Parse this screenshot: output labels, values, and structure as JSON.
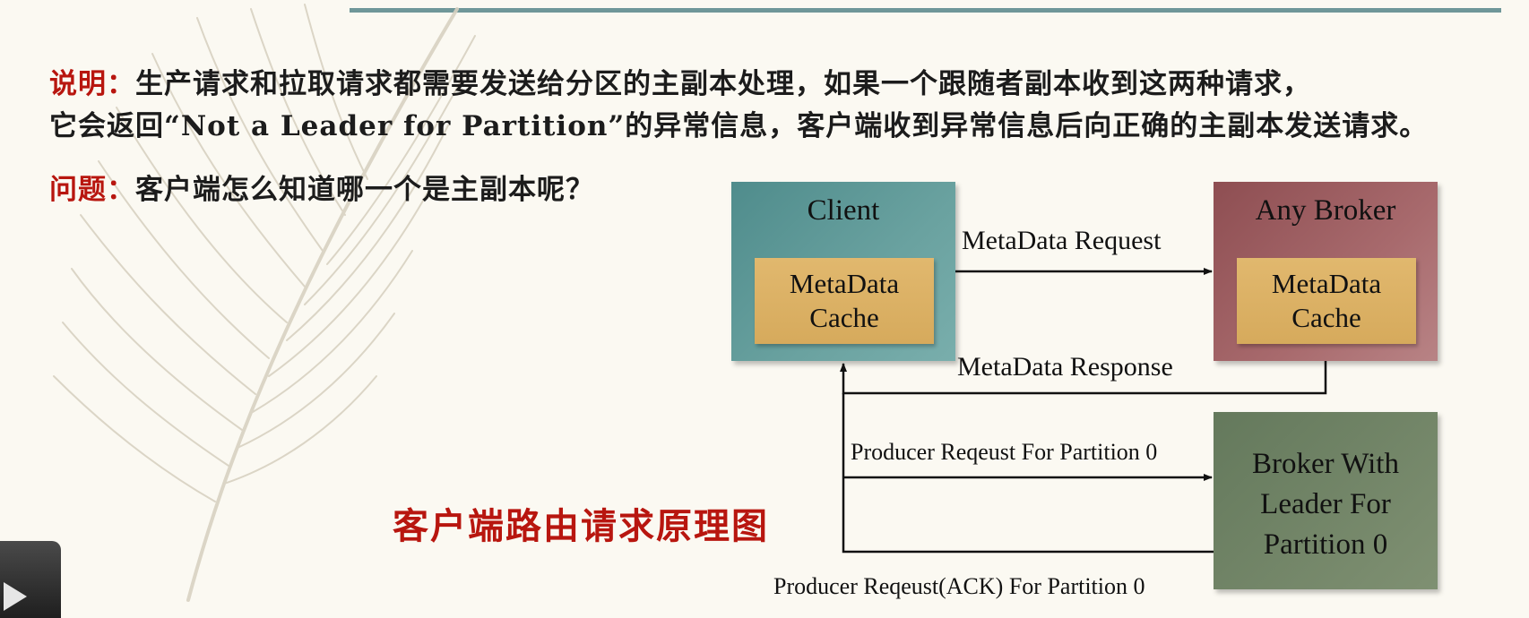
{
  "explanation": {
    "label": "说明：",
    "line1": "生产请求和拉取请求都需要发送给分区的主副本处理，如果一个跟随者副本收到这两种请求，",
    "line2": "它会返回“Not a Leader for Partition”的异常信息，客户端收到异常信息后向正确的主副本发送请求。"
  },
  "question": {
    "label": "问题：",
    "text": "客户端怎么知道哪一个是主副本呢？"
  },
  "diagram": {
    "title": "客户端路由请求原理图",
    "client": {
      "title": "Client",
      "cache_line1": "MetaData",
      "cache_line2": "Cache"
    },
    "any_broker": {
      "title": "Any Broker",
      "cache_line1": "MetaData",
      "cache_line2": "Cache"
    },
    "leader_broker": {
      "line1": "Broker With",
      "line2": "Leader For",
      "line3": "Partition 0"
    },
    "arrows": {
      "metadata_request": "MetaData Request",
      "metadata_response": "MetaData Response",
      "producer_request": "Producer Reqeust For Partition 0",
      "producer_ack": "Producer Reqeust(ACK) For Partition 0"
    }
  },
  "colors": {
    "accent_red": "#b8160f",
    "client_box": "#5e9796",
    "broker_box": "#9d5e61",
    "leader_box": "#72856a",
    "cache_box": "#dcb165",
    "top_rule": "#6f9799"
  },
  "icons": {
    "background": "feather-icon",
    "player": "play-icon"
  }
}
